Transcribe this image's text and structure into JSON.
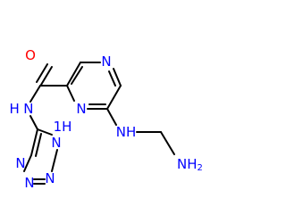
{
  "molecule": {
    "atoms": {
      "carbonyl_oxygen": {
        "symbol": "O",
        "color": "#ff0000"
      },
      "amide_nh": {
        "symbol": "N",
        "h": "H",
        "color": "#0000ff"
      },
      "pyrazine_n_top": {
        "symbol": "N",
        "color": "#0000ff"
      },
      "pyrazine_n_mid": {
        "symbol": "N",
        "color": "#0000ff"
      },
      "amine_nh": {
        "symbol": "N",
        "h": "H",
        "color": "#0000ff"
      },
      "tetrazole_nh": {
        "symbol": "N",
        "h": "1H",
        "color": "#0000ff"
      },
      "tetrazole_n_right": {
        "symbol": "N",
        "color": "#0000ff"
      },
      "tetrazole_n_bottom": {
        "symbol": "N",
        "color": "#0000ff"
      },
      "tetrazole_n_left": {
        "symbol": "N",
        "color": "#0000ff"
      },
      "terminal_amine": {
        "symbol": "NH",
        "sub": "2",
        "color": "#0000ff"
      }
    },
    "bond_color": "#000000"
  }
}
